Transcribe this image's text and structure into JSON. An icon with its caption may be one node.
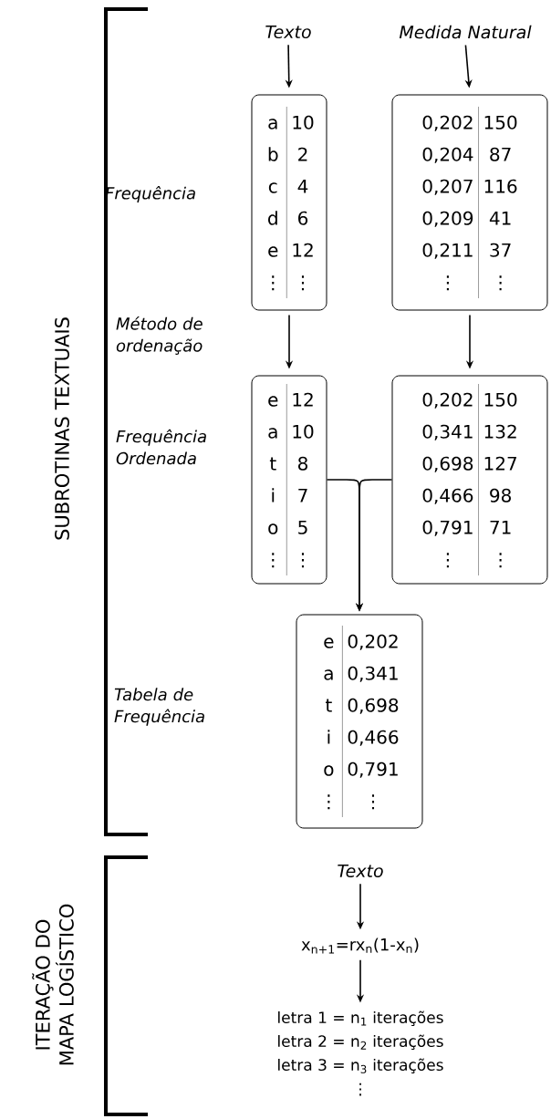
{
  "diagram": {
    "nodes": [
      {
        "text": [
          "Texto"
        ]
      },
      {
        "text": [
          "Medida Natural"
        ]
      },
      {
        "text": [
          "a",
          "10",
          "b",
          "2",
          "c",
          "4",
          "d",
          "6",
          "e",
          "12",
          "⋮",
          "⋮"
        ]
      },
      {
        "text": [
          "0,202",
          "150",
          "0,204",
          "87",
          "0,207",
          "116",
          "0,209",
          "41",
          "0,211",
          "37",
          "⋮",
          "⋮"
        ]
      },
      {
        "text": [
          "e",
          "12",
          "a",
          "10",
          "t",
          "8",
          "i",
          "7",
          "o",
          "5",
          "⋮",
          "⋮"
        ]
      },
      {
        "text": [
          "0,202",
          "150",
          "0,341",
          "132",
          "0,698",
          "127",
          "0,466",
          "98",
          "0,791",
          "71",
          "⋮",
          "⋮"
        ]
      },
      {
        "text": [
          "e",
          "0,202",
          "a",
          "0,341",
          "t",
          "0,698",
          "i",
          "0,466",
          "o",
          "0,791",
          "⋮",
          "⋮"
        ]
      },
      {
        "text": [
          "Texto"
        ]
      },
      {
        "text": [
          "x$_{n+1}$=rx$_{n}$(1-x$_{n}$)"
        ]
      },
      {
        "text": [
          "letra 1 = n$_{1}$ iterações",
          "letra 2 = n$_{2}$ iterações",
          "letra 3 = n$_{3}$ iterações",
          "⋮"
        ]
      }
    ],
    "edges": [
      {
        "from": 0,
        "to": 2,
        "arrow": "to"
      },
      {
        "from": 1,
        "to": 3,
        "arrow": "to"
      },
      {
        "from": 2,
        "to": 4,
        "arrow": "to"
      },
      {
        "from": 3,
        "to": 5,
        "arrow": "to"
      },
      {
        "from": 4,
        "to": 6,
        "arrow": "to"
      },
      {
        "from": 5,
        "to": 6,
        "arrow": "to"
      },
      {
        "from": 7,
        "to": 8,
        "arrow": "to"
      },
      {
        "from": 8,
        "to": 9,
        "arrow": "to"
      }
    ],
    "labels": [
      "SUBROTINAS TEXTUAIS",
      "ITERAÇÃO DO MAPA LOGÍSTICO",
      "Frequência",
      "Método de ordenação",
      "Frequência Ordenada",
      "Tabela de Frequência"
    ]
  }
}
